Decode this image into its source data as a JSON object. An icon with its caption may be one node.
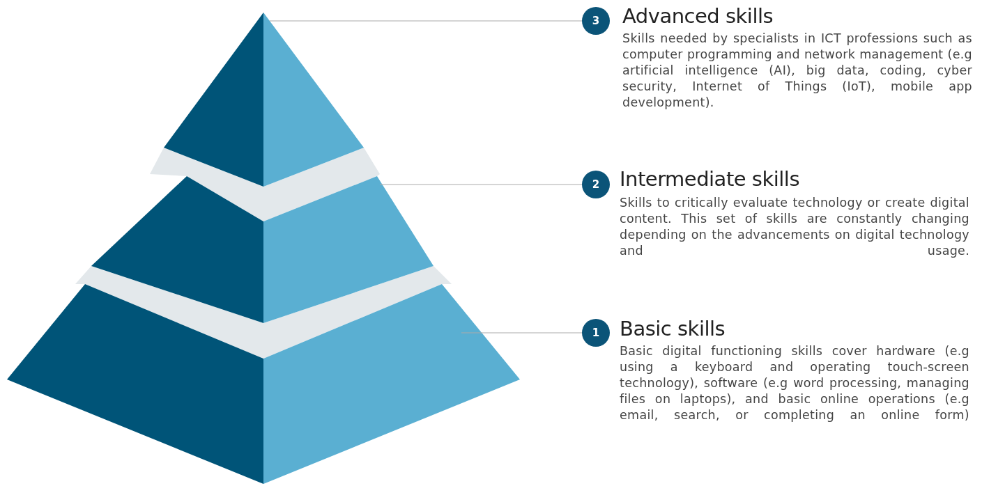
{
  "diagram": {
    "nodes": [
      {
        "text": [],
        "shape": "triangle"
      },
      {
        "text": [
          "3"
        ],
        "beside": [
          "Advanced skills",
          "Skills needed by specialists in ICT professions such as computer programming and network management (e.g artificial intelligence (AI), big data, coding, cyber security, Internet of Things (IoT), mobile app development)."
        ]
      },
      {
        "text": [],
        "shape": "trapezoid"
      },
      {
        "text": [
          "2"
        ],
        "beside": [
          "Intermediate skills",
          "Skills to critically evaluate technology or create digital content. This set of skills are constantly changing depending on the advancements on digital technology and usage."
        ]
      },
      {
        "text": [],
        "shape": "trapezoid"
      },
      {
        "text": [
          "1"
        ],
        "beside": [
          "Basic skills",
          "Basic digital functioning skills cover hardware (e.g using a keyboard and operating touch-screen technology), software (e.g word processing, managing files on laptops), and basic online operations (e.g email, search, or completing an online form)"
        ]
      }
    ],
    "edges": [
      {
        "from": 1,
        "to": 0,
        "arrow": "none"
      },
      {
        "from": 3,
        "to": 2,
        "arrow": "none"
      },
      {
        "from": 5,
        "to": 4,
        "arrow": "none"
      }
    ]
  }
}
